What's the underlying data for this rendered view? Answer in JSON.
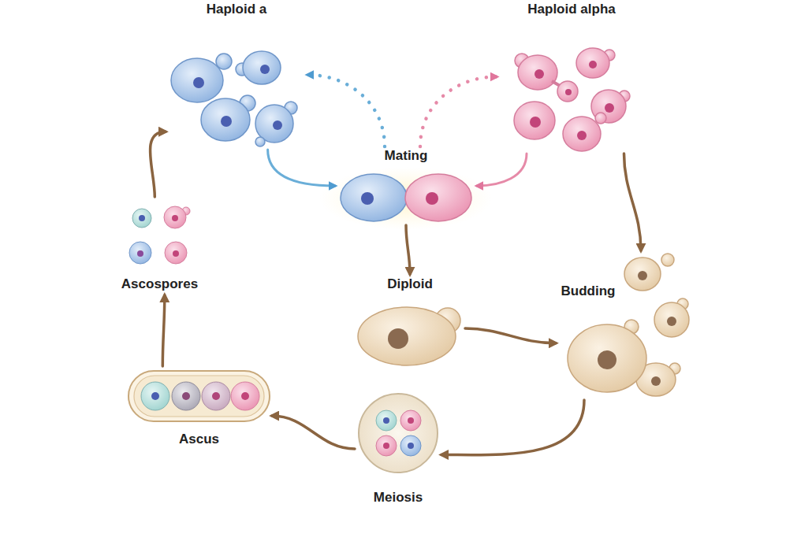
{
  "diagram": {
    "nodes": [
      {
        "text": [
          "Haploid a"
        ]
      },
      {
        "text": [
          "Haploid alpha"
        ]
      },
      {
        "text": [
          "Mating"
        ]
      },
      {
        "text": [
          "Ascospores"
        ]
      },
      {
        "text": [
          "Diploid"
        ]
      },
      {
        "text": [
          "Budding"
        ]
      },
      {
        "text": [
          "Ascus"
        ]
      },
      {
        "text": [
          "Meiosis"
        ]
      }
    ],
    "edges": [
      {
        "from": 0,
        "to": 2,
        "arrow": "to"
      },
      {
        "from": 1,
        "to": 2,
        "arrow": "to"
      },
      {
        "from": 2,
        "to": 4,
        "arrow": "to"
      },
      {
        "from": 4,
        "to": 5,
        "arrow": "to"
      },
      {
        "from": 5,
        "to": 7,
        "arrow": "to"
      },
      {
        "from": 7,
        "to": 6,
        "arrow": "to"
      },
      {
        "from": 6,
        "to": 3,
        "arrow": "to"
      },
      {
        "from": 3,
        "to": 0,
        "arrow": "to"
      },
      {
        "from": 1,
        "to": 5,
        "arrow": "to"
      },
      {
        "from": 2,
        "to": 0,
        "arrow": "to"
      },
      {
        "from": 2,
        "to": 1,
        "arrow": "to"
      }
    ]
  }
}
